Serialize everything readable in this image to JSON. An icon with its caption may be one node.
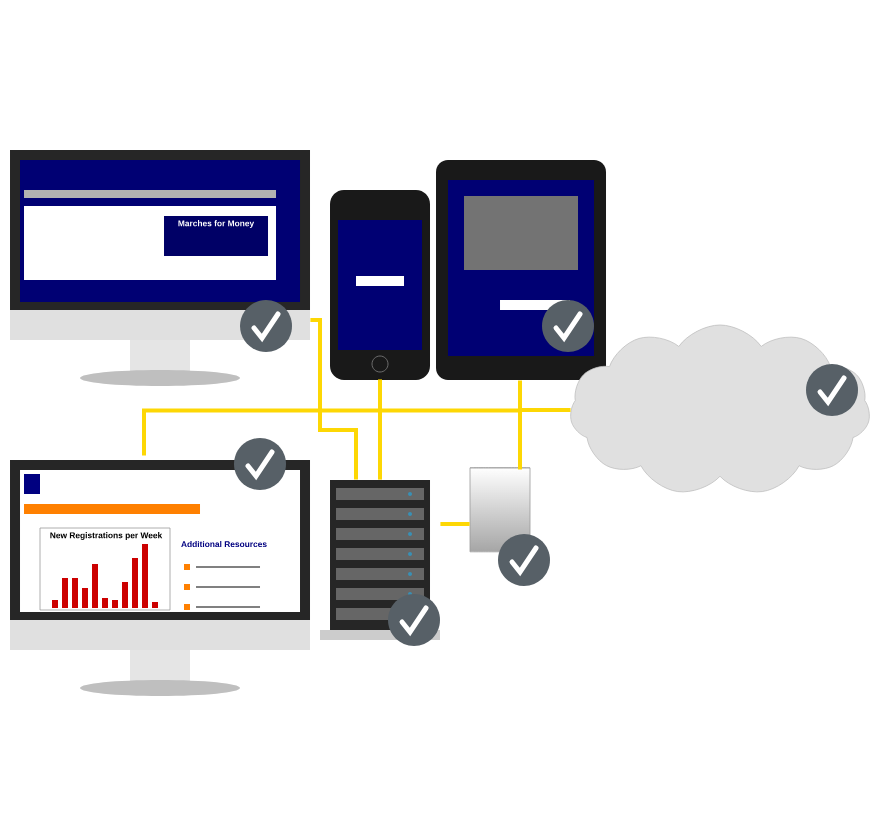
{
  "diagram": {
    "nodes": [
      {
        "text": [],
        "shape": "picture"
      },
      {
        "text": [],
        "shape": "picture"
      },
      {
        "text": [],
        "shape": "picture"
      },
      {
        "text": [],
        "shape": "picture"
      },
      {
        "text": [],
        "shape": "box"
      },
      {
        "text": [],
        "shape": "cylinder"
      },
      {
        "text": [],
        "shape": "cloud"
      }
    ],
    "edges": [
      {
        "from": 0,
        "to": 4,
        "arrow": "none"
      },
      {
        "from": 2,
        "to": 4,
        "arrow": "none"
      },
      {
        "from": 3,
        "to": 1,
        "arrow": "none"
      },
      {
        "from": 4,
        "to": 5,
        "arrow": "none"
      },
      {
        "from": 5,
        "to": 6,
        "arrow": "none"
      }
    ],
    "labels": [
      "Marches for Money",
      "New Registrations per Week",
      "Additional Resources"
    ]
  }
}
